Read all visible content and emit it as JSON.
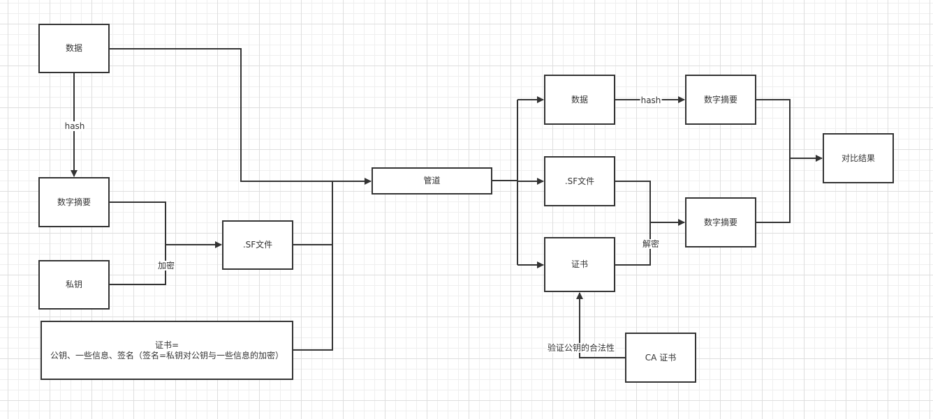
{
  "diagram": {
    "title": "",
    "colors": {
      "stroke": "#333333",
      "fill": "#ffffff",
      "grid_minor": "#efefef",
      "grid_major": "#dedede"
    },
    "nodes": [
      {
        "id": "data-left",
        "label": "数据"
      },
      {
        "id": "digest-left",
        "label": "数字摘要"
      },
      {
        "id": "private-key",
        "label": "私钥"
      },
      {
        "id": "sf-file-left",
        "label": ".SF文件"
      },
      {
        "id": "certificate-def",
        "label": "证书=\n公钥、一些信息、签名（签名=私钥对公钥与一些信息的加密）"
      },
      {
        "id": "pipeline",
        "label": "管道"
      },
      {
        "id": "data-right",
        "label": "数据"
      },
      {
        "id": "sf-file-right",
        "label": ".SF文件"
      },
      {
        "id": "certificate",
        "label": "证书"
      },
      {
        "id": "digest-right-top",
        "label": "数字摘要"
      },
      {
        "id": "digest-right-bottom",
        "label": "数字摘要"
      },
      {
        "id": "compare-result",
        "label": "对比结果"
      },
      {
        "id": "ca-certificate",
        "label": "CA 证书"
      }
    ],
    "edges": [
      {
        "id": "data-to-digest",
        "from": "data-left",
        "to": "digest-left",
        "label": "hash"
      },
      {
        "id": "data-to-pipeline",
        "from": "data-left",
        "to": "pipeline",
        "label": ""
      },
      {
        "id": "digest-privkey-to-sf",
        "from": [
          "digest-left",
          "private-key"
        ],
        "to": "sf-file-left",
        "label": "加密"
      },
      {
        "id": "sf-to-pipeline",
        "from": "sf-file-left",
        "to": "pipeline",
        "label": ""
      },
      {
        "id": "cert-to-pipeline",
        "from": "certificate-def",
        "to": "pipeline",
        "label": ""
      },
      {
        "id": "pipeline-to-outputs",
        "from": "pipeline",
        "to": [
          "data-right",
          "sf-file-right",
          "certificate"
        ],
        "label": ""
      },
      {
        "id": "data-right-to-digest",
        "from": "data-right",
        "to": "digest-right-top",
        "label": "hash"
      },
      {
        "id": "sf-cert-to-digest",
        "from": [
          "sf-file-right",
          "certificate"
        ],
        "to": "digest-right-bottom",
        "label": "解密"
      },
      {
        "id": "digests-to-compare",
        "from": [
          "digest-right-top",
          "digest-right-bottom"
        ],
        "to": "compare-result",
        "label": ""
      },
      {
        "id": "ca-to-certificate",
        "from": "ca-certificate",
        "to": "certificate",
        "label": "验证公钥的合法性"
      }
    ]
  }
}
